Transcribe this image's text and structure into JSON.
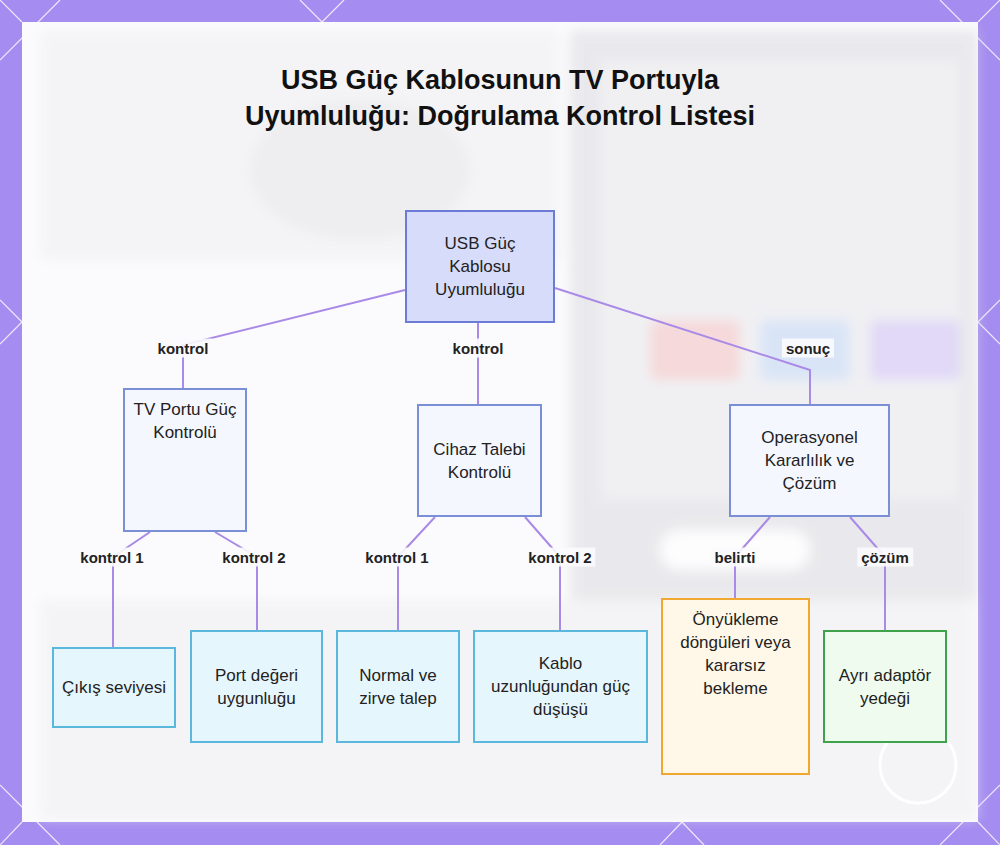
{
  "diagram": {
    "title": "USB Güç Kablosunun TV Portuyla Uyumluluğu: Doğrulama Kontrol Listesi",
    "nodes": [
      {
        "text": [
          "USB Güç Kablosu Uyumluluğu"
        ]
      },
      {
        "text": [
          "TV Portu Güç Kontrolü"
        ]
      },
      {
        "text": [
          "Cihaz Talebi Kontrolü"
        ]
      },
      {
        "text": [
          "Operasyonel Kararlılık ve Çözüm"
        ]
      },
      {
        "text": [
          "Çıkış seviyesi"
        ]
      },
      {
        "text": [
          "Port değeri uygunluğu"
        ]
      },
      {
        "text": [
          "Normal ve zirve talep"
        ]
      },
      {
        "text": [
          "Kablo uzunluğundan güç düşüşü"
        ]
      },
      {
        "text": [
          "Önyükleme döngüleri veya kararsız bekleme"
        ]
      },
      {
        "text": [
          "Ayrı adaptör yedeği"
        ]
      }
    ],
    "edges": [
      {
        "from": 0,
        "to": 1,
        "label": "kontrol",
        "arrow": "none"
      },
      {
        "from": 0,
        "to": 2,
        "label": "kontrol",
        "arrow": "none"
      },
      {
        "from": 0,
        "to": 3,
        "label": "sonuç",
        "arrow": "none"
      },
      {
        "from": 1,
        "to": 4,
        "label": "kontrol 1",
        "arrow": "none"
      },
      {
        "from": 1,
        "to": 5,
        "label": "kontrol 2",
        "arrow": "none"
      },
      {
        "from": 2,
        "to": 6,
        "label": "kontrol 1",
        "arrow": "none"
      },
      {
        "from": 2,
        "to": 7,
        "label": "kontrol 2",
        "arrow": "none"
      },
      {
        "from": 3,
        "to": 8,
        "label": "belirti",
        "arrow": "none"
      },
      {
        "from": 3,
        "to": 9,
        "label": "çözüm",
        "arrow": "none"
      }
    ]
  }
}
